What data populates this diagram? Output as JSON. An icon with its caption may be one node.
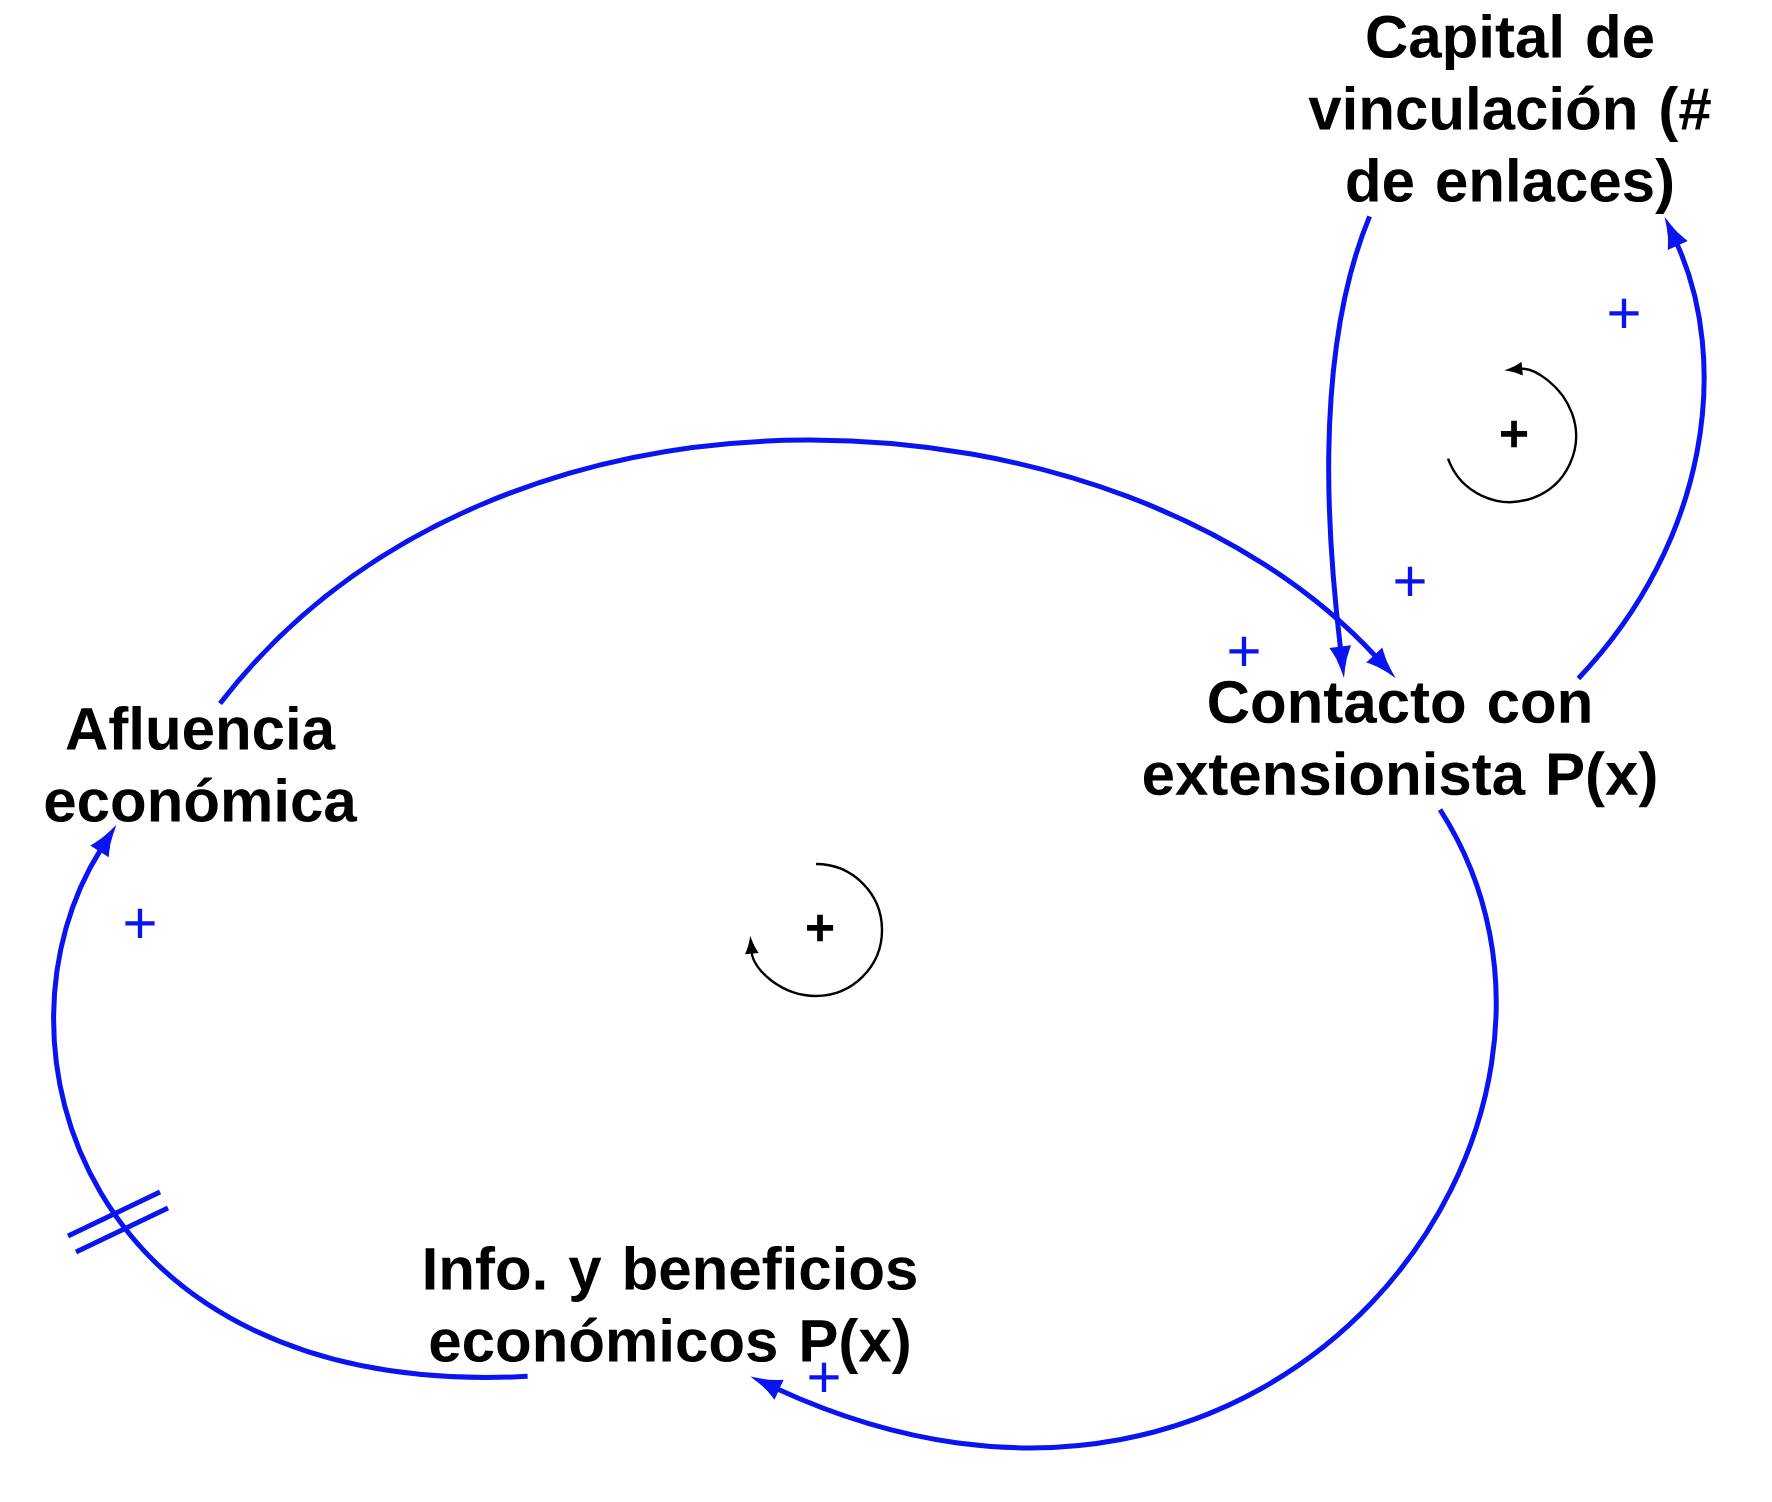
{
  "diagram": {
    "nodes": [
      {
        "text": [
          "Capital de vinculación (# de enlaces)"
        ]
      },
      {
        "text": [
          "Afluencia económica"
        ]
      },
      {
        "text": [
          "Contacto con extensionista P(x)"
        ]
      },
      {
        "text": [
          "Info. y beneficios económicos P(x)"
        ]
      }
    ],
    "edges": [
      {
        "from": 1,
        "to": 2,
        "arrow": "to",
        "label": "+"
      },
      {
        "from": 0,
        "to": 2,
        "arrow": "to",
        "label": "+"
      },
      {
        "from": 2,
        "to": 0,
        "arrow": "to",
        "label": "+"
      },
      {
        "from": 2,
        "to": 3,
        "arrow": "to",
        "label": "+"
      },
      {
        "from": 3,
        "to": 1,
        "arrow": "to",
        "label": "+"
      }
    ],
    "labels": [
      "+",
      "+"
    ]
  }
}
